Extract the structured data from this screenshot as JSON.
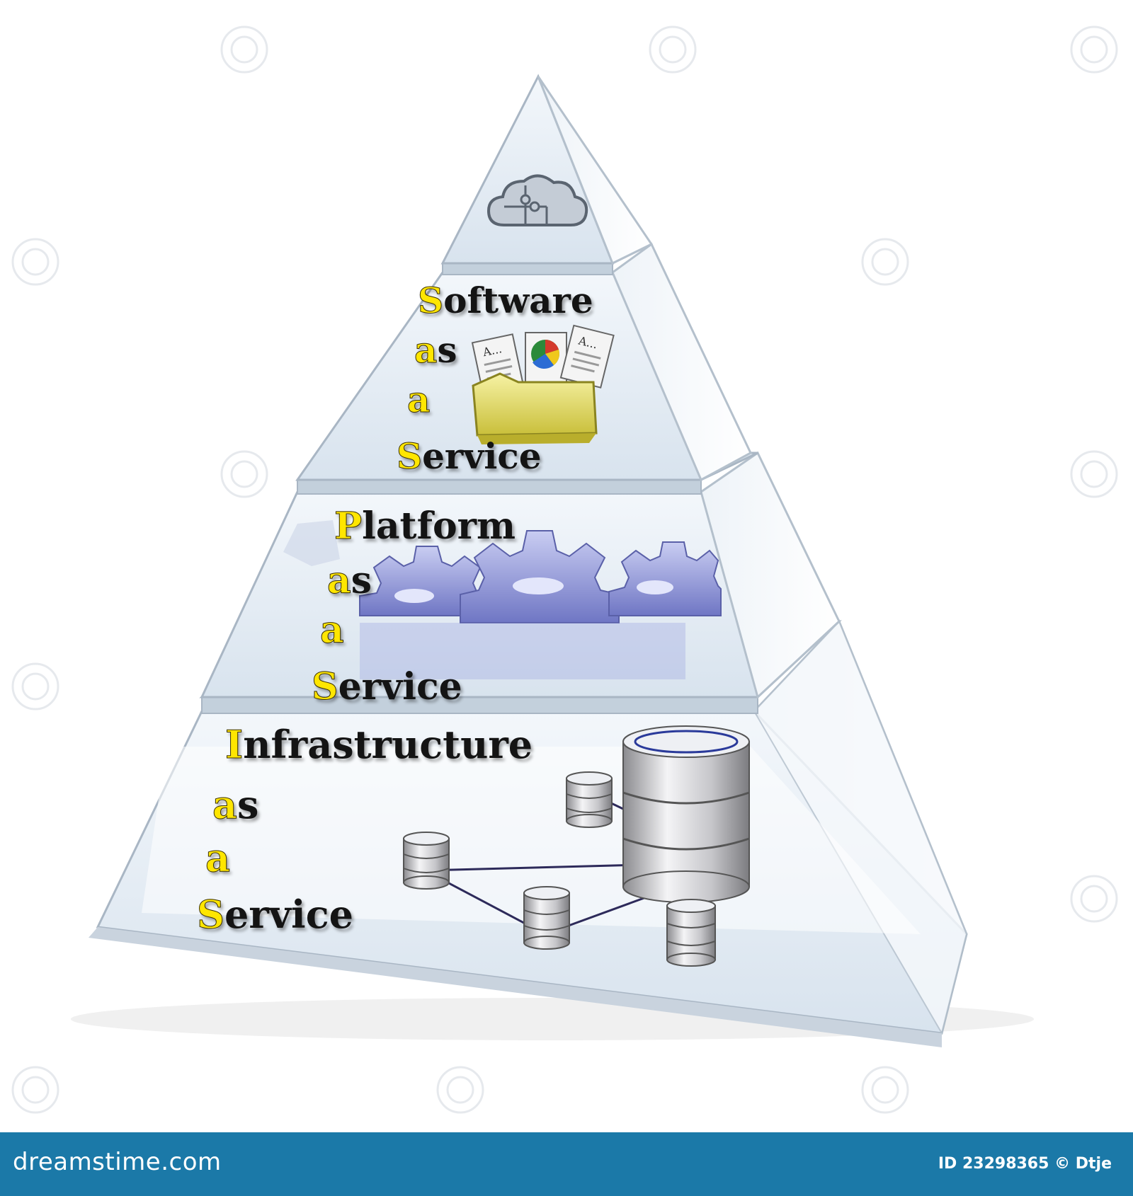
{
  "layers": [
    {
      "id": "saas",
      "lines": [
        {
          "cap": "S",
          "rest": "oftware"
        },
        {
          "cap": "a",
          "rest": "s"
        },
        {
          "cap": "a",
          "rest": ""
        },
        {
          "cap": "S",
          "rest": "ervice"
        }
      ]
    },
    {
      "id": "paas",
      "lines": [
        {
          "cap": "P",
          "rest": "latform"
        },
        {
          "cap": "a",
          "rest": "s"
        },
        {
          "cap": "a",
          "rest": ""
        },
        {
          "cap": "S",
          "rest": "ervice"
        }
      ]
    },
    {
      "id": "iaas",
      "lines": [
        {
          "cap": "I",
          "rest": "nfrastructure"
        },
        {
          "cap": "a",
          "rest": "s"
        },
        {
          "cap": "a",
          "rest": ""
        },
        {
          "cap": "S",
          "rest": "ervice"
        }
      ]
    }
  ],
  "icons": {
    "top": "cloud-puzzle-icon",
    "saas": "folder-documents-icon",
    "paas": "gears-icon",
    "iaas": "database-network-icon"
  },
  "doc_labels": [
    "A...",
    "A..."
  ],
  "watermark": {
    "text": "dreamstime",
    "stock_id": "ID 23298365 © Dtje"
  },
  "footer": {
    "logo": "dreamstime.com",
    "id_text": "ID 23298365 © Dtje"
  },
  "colors": {
    "accent_letter": "#ffe600",
    "footer_bg": "#1b79a8",
    "glass": "#dfe8f2",
    "gear": "#8d95d8",
    "folder": "#e8e06a"
  }
}
